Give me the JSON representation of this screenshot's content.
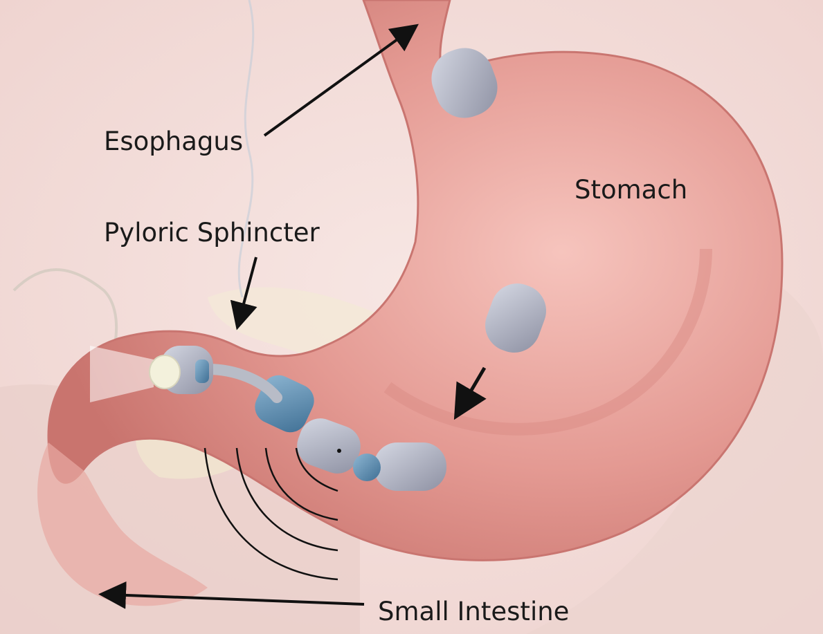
{
  "labels": {
    "esophagus": "Esophagus",
    "stomach": "Stomach",
    "pyloric_sphincter": "Pyloric Sphincter",
    "small_intestine": "Small Intestine"
  },
  "colors": {
    "background_tissue": "#f2dcd9",
    "stomach_fill": "#e4928c",
    "stomach_edge": "#c97570",
    "capsule_gray": "#a9adbd",
    "capsule_blue": "#5e8fb3",
    "arrow": "#111111"
  }
}
